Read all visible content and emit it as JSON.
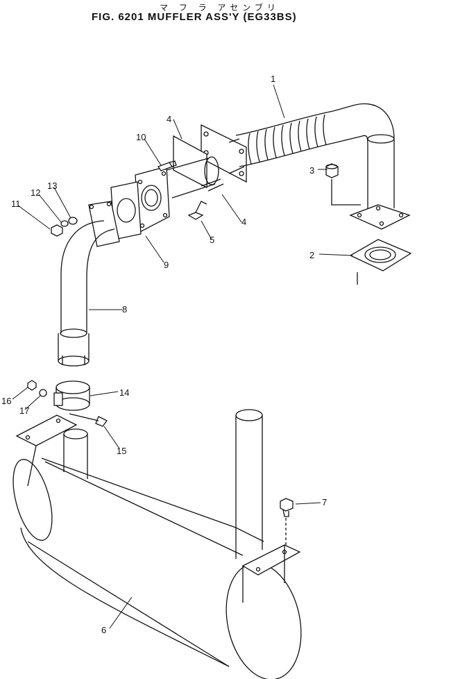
{
  "header": {
    "title_jp": "マ フ ラ アセンブリ",
    "title": "FIG. 6201  MUFFLER ASS'Y (EG33BS)"
  },
  "callouts": [
    {
      "id": "1",
      "label": "1"
    },
    {
      "id": "2",
      "label": "2"
    },
    {
      "id": "3",
      "label": "3"
    },
    {
      "id": "4a",
      "label": "4"
    },
    {
      "id": "4b",
      "label": "4"
    },
    {
      "id": "5",
      "label": "5"
    },
    {
      "id": "6",
      "label": "6"
    },
    {
      "id": "7",
      "label": "7"
    },
    {
      "id": "8",
      "label": "8"
    },
    {
      "id": "9",
      "label": "9"
    },
    {
      "id": "10",
      "label": "10"
    },
    {
      "id": "11",
      "label": "11"
    },
    {
      "id": "12",
      "label": "12"
    },
    {
      "id": "13",
      "label": "13"
    },
    {
      "id": "14",
      "label": "14"
    },
    {
      "id": "15",
      "label": "15"
    },
    {
      "id": "16",
      "label": "16"
    },
    {
      "id": "17",
      "label": "17"
    }
  ],
  "colors": {
    "line": "#111111",
    "paper": "#ffffff"
  }
}
